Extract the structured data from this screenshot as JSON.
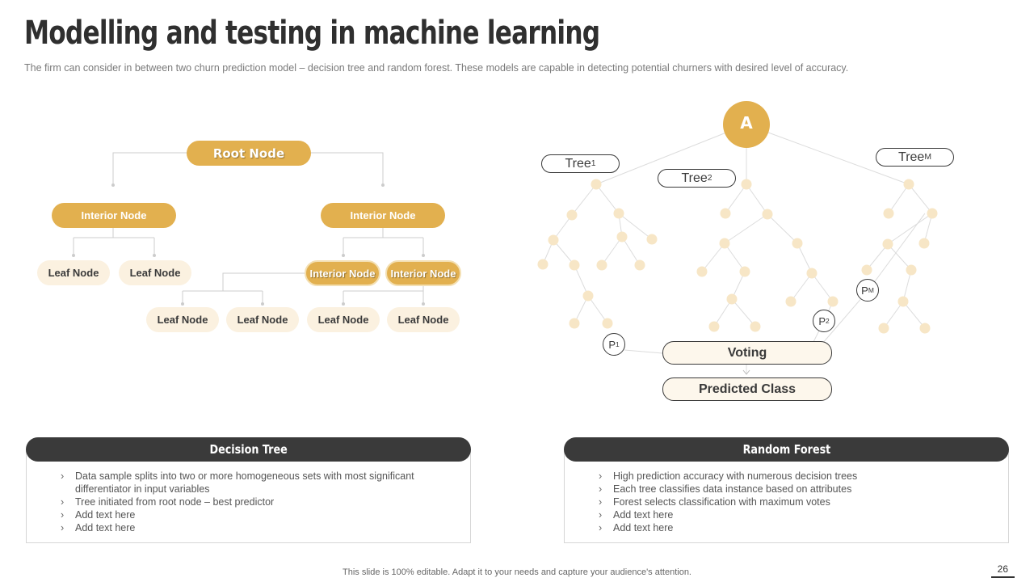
{
  "title": "Modelling and testing in machine learning",
  "subtitle": "The firm can consider in between two churn prediction model – decision tree and random forest. These models are capable in detecting potential churners with desired level of accuracy.",
  "decision_tree_diagram": {
    "root": "Root Node",
    "interior_left": "Interior Node",
    "interior_right": "Interior Node",
    "interior_sub_1": "Interior Node",
    "interior_sub_2": "Interior Node",
    "leaf_1": "Leaf Node",
    "leaf_2": "Leaf Node",
    "leaf_3": "Leaf Node",
    "leaf_4": "Leaf Node",
    "leaf_5": "Leaf Node",
    "leaf_6": "Leaf Node"
  },
  "random_forest_diagram": {
    "input": "A",
    "tree_1": "Tree",
    "tree_1_sub": "1",
    "tree_2": "Tree",
    "tree_2_sub": "2",
    "tree_m": "Tree",
    "tree_m_sub": "M",
    "p1": "P",
    "p1_sub": "1",
    "p2": "P",
    "p2_sub": "2",
    "pm": "P",
    "pm_sub": "M",
    "voting": "Voting",
    "predicted": "Predicted Class"
  },
  "panels": {
    "left": {
      "heading": "Decision Tree",
      "items": [
        "Data sample splits into two or more homogeneous sets with most significant differentiator  in input variables",
        "Tree  initiated from root node – best predictor",
        "Add text here",
        "Add text here"
      ]
    },
    "right": {
      "heading": "Random Forest",
      "items": [
        "High prediction accuracy with numerous decision trees",
        "Each tree classifies data instance based on attributes",
        "Forest selects classification with maximum votes",
        "Add text here",
        "Add text here"
      ]
    }
  },
  "bullet_glyph": "›",
  "footer": "This slide is 100% editable. Adapt it to your needs and capture your audience's attention.",
  "page_number": "26",
  "colors": {
    "gold": "#e2b04f",
    "cream": "#fbf1e0",
    "dark": "#3a3a3a",
    "dot": "#f7e6c6"
  }
}
